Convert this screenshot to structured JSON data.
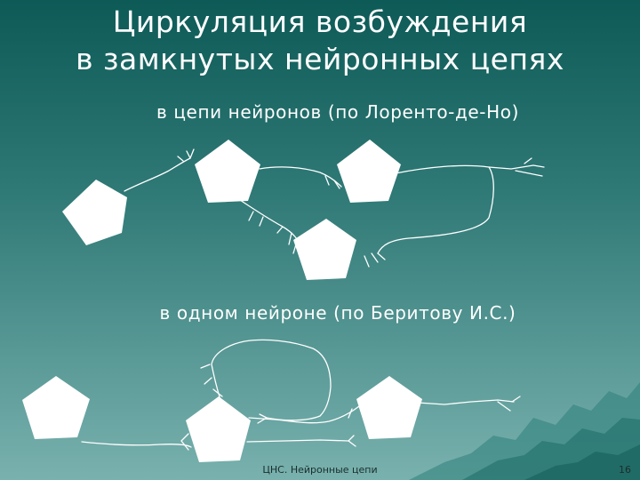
{
  "title": {
    "line1": "Циркуляция возбуждения",
    "line2": "в замкнутых нейронных цепях"
  },
  "diagrams": [
    {
      "caption": "в цепи нейронов (по Лоренто-де-Но)"
    },
    {
      "caption": "в одном нейроне (по Беритову И.С.)"
    }
  ],
  "footer": {
    "text": "ЦНС. Нейронные цепи",
    "page": "16"
  },
  "colors": {
    "background_top": "#0d5a57",
    "background_bottom": "#79b1ae",
    "shapes": "#ffffff"
  }
}
